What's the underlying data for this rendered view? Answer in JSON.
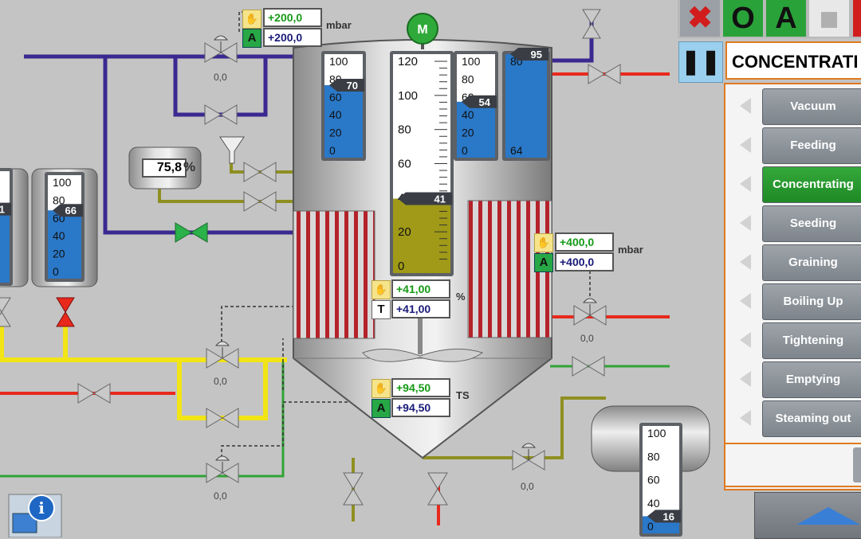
{
  "colors": {
    "vacuum_line": "#3b2890",
    "water_line": "#f2e415",
    "steam_line": "#e8291c",
    "cond_line": "#31a336",
    "olive_line": "#8f8f21",
    "accent": "#e07a1f"
  },
  "icons": {
    "motor": "motor-icon",
    "info": "info-icon",
    "cancel": "cancel-x-icon",
    "pause": "pause-icon",
    "stop": "stop-icon",
    "nav_up": "triangle-up-icon"
  },
  "toolbar": {
    "mode_o": "O",
    "mode_a": "A"
  },
  "header": {
    "step_name": "CONCENTRATI"
  },
  "steps": [
    {
      "label": "Vacuum",
      "active": false
    },
    {
      "label": "Feeding",
      "active": false
    },
    {
      "label": "Concentrating",
      "active": true
    },
    {
      "label": "Seeding",
      "active": false
    },
    {
      "label": "Graining",
      "active": false
    },
    {
      "label": "Boiling Up",
      "active": false
    },
    {
      "label": "Tightening",
      "active": false
    },
    {
      "label": "Emptying",
      "active": false
    },
    {
      "label": "Steaming out",
      "active": false
    }
  ],
  "motor": {
    "label": "M"
  },
  "pressure_top": {
    "hand_value": "+200,0",
    "auto_value": "+200,0",
    "unit": "mbar",
    "auto_label": "A"
  },
  "pressure_right": {
    "hand_value": "+400,0",
    "auto_value": "+400,0",
    "unit": "mbar",
    "auto_label": "A"
  },
  "level": {
    "hand_value": "+41,00",
    "actual_value": "+41,00",
    "unit": "%",
    "actual_label": "T"
  },
  "ts": {
    "hand_value": "+94,50",
    "auto_value": "+94,50",
    "unit": "TS",
    "auto_label": "A"
  },
  "display_left": {
    "value": "75,8",
    "unit": "%"
  },
  "valve_readouts": {
    "v1": "0,0",
    "v2": "0,0",
    "v3": "0,0",
    "v4": "0,0",
    "v5": "0,0",
    "v6": "0,0"
  },
  "gauges": {
    "g_left_partial": {
      "ticks": [
        "0",
        "0",
        "0",
        "0",
        "0",
        "0"
      ],
      "marker": "1",
      "level_pct": 66
    },
    "g_left": {
      "ticks": [
        "100",
        "80",
        "60",
        "40",
        "20",
        "0"
      ],
      "marker": "66",
      "level_pct": 66
    },
    "g_tank1": {
      "ticks": [
        "100",
        "80",
        "60",
        "40",
        "20",
        "0"
      ],
      "marker": "70",
      "level_pct": 70
    },
    "g_tank_main": {
      "ticks": [
        "120",
        "100",
        "80",
        "60",
        "40",
        "20",
        "0"
      ],
      "marker": "41",
      "level_pct": 34
    },
    "g_tank3": {
      "ticks": [
        "100",
        "80",
        "60",
        "40",
        "20",
        "0"
      ],
      "marker": "54",
      "level_pct": 54
    },
    "g_tank4": {
      "ticks": [
        "80",
        "64"
      ],
      "marker": "95",
      "level_pct": 100
    },
    "g_bottom": {
      "ticks": [
        "100",
        "80",
        "60",
        "40",
        "0"
      ],
      "marker": "16",
      "level_pct": 16
    }
  }
}
